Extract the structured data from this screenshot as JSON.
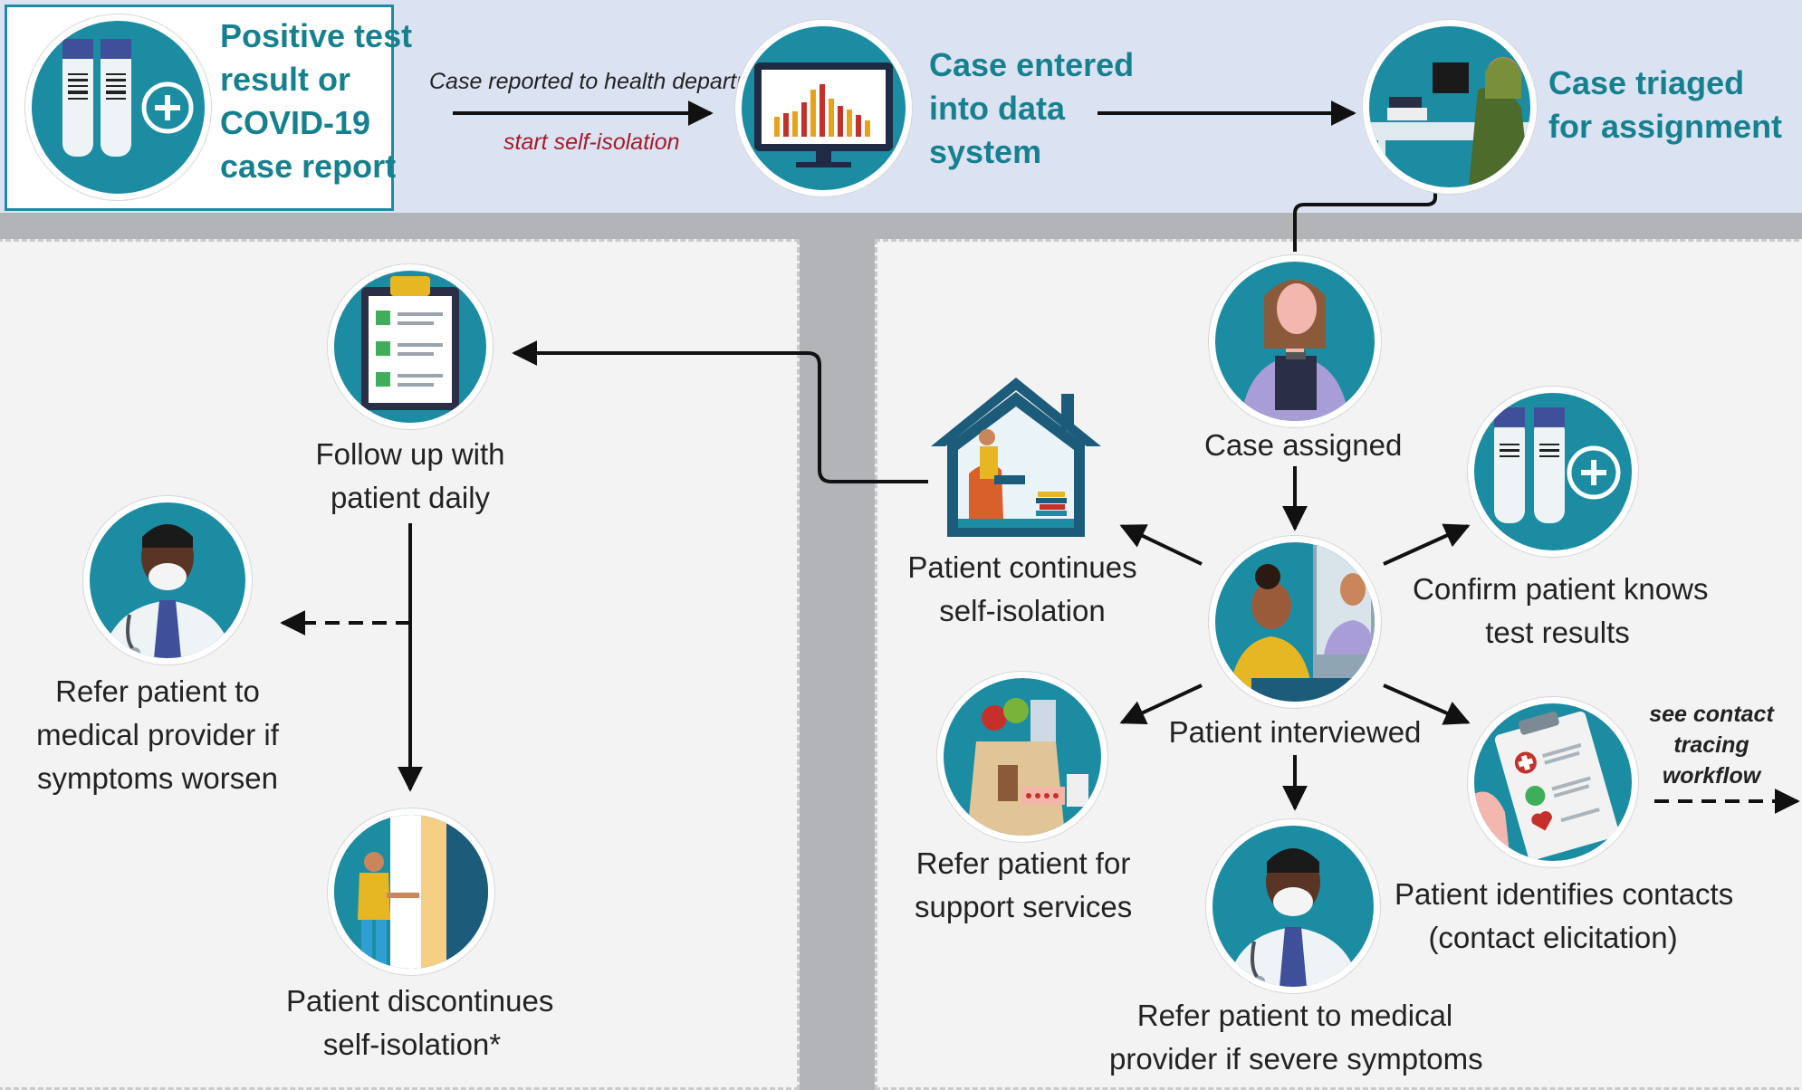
{
  "header": {
    "positive_test": "Positive test\nresult or\nCOVID-19\ncase report",
    "reported_label": "Case reported to health department",
    "self_isolation_label": "start self-isolation",
    "case_entered": "Case entered\ninto data\nsystem",
    "case_triaged": "Case triaged\nfor assignment"
  },
  "right": {
    "case_assigned": "Case assigned",
    "patient_interviewed": "Patient interviewed",
    "continues_isolation": "Patient continues\nself-isolation",
    "confirm_results": "Confirm patient knows\ntest results",
    "support_services": "Refer patient for\nsupport services",
    "identifies_contacts": "Patient identifies contacts\n(contact elicitation)",
    "medical_severe": "Refer patient to medical\nprovider if severe symptoms",
    "see_contact_tracing": "see contact\ntracing\nworkflow"
  },
  "left": {
    "follow_up": "Follow up with\npatient daily",
    "medical_worsen": "Refer patient to\nmedical provider if\nsymptoms worsen",
    "discontinues": "Patient discontinues\nself-isolation*"
  },
  "colors": {
    "teal": "#1c8ca2",
    "band": "#dbe2f2",
    "panel": "#f3f3f4",
    "gutter": "#b3b4b7",
    "heading": "#17808f",
    "red_note": "#a61c2a"
  }
}
